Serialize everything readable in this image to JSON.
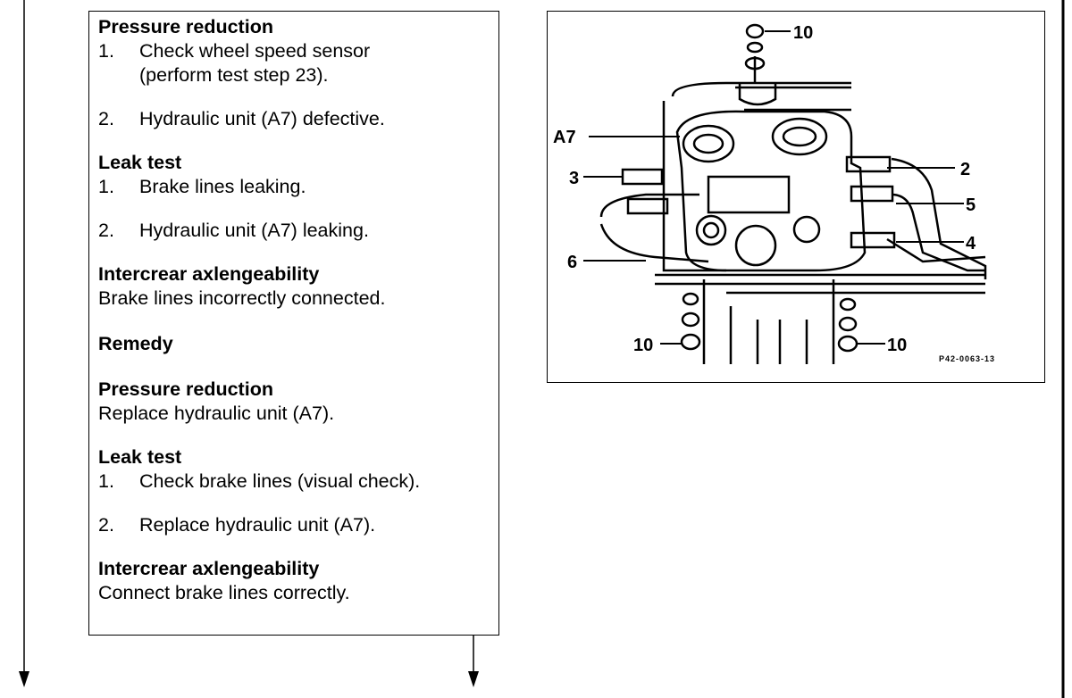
{
  "sections": {
    "pressure_reduction_1": {
      "heading": "Pressure reduction",
      "items": [
        {
          "num": "1.",
          "line1": "Check wheel speed sensor",
          "line2": "(perform test step 23)."
        },
        {
          "num": "2.",
          "line1": "Hydraulic unit (A7) defective."
        }
      ]
    },
    "leak_test_1": {
      "heading": "Leak test",
      "items": [
        {
          "num": "1.",
          "line1": "Brake lines leaking."
        },
        {
          "num": "2.",
          "line1": "Hydraulic unit (A7) leaking."
        }
      ]
    },
    "interchange_1": {
      "heading": "Intercrear axlengeability",
      "text": "Brake lines incorrectly connected."
    },
    "remedy": {
      "heading": "Remedy"
    },
    "pressure_reduction_2": {
      "heading": "Pressure reduction",
      "text": "Replace hydraulic unit (A7)."
    },
    "leak_test_2": {
      "heading": "Leak test",
      "items": [
        {
          "num": "1.",
          "line1": "Check brake lines (visual check)."
        },
        {
          "num": "2.",
          "line1": "Replace hydraulic unit (A7)."
        }
      ]
    },
    "interchange_2": {
      "heading": "Intercrear axlengeability",
      "text": "Connect brake lines correctly."
    }
  },
  "figure": {
    "labels": {
      "top_10": "10",
      "a7": "A7",
      "l2": "2",
      "l3": "3",
      "l5": "5",
      "l4": "4",
      "l6": "6",
      "bottom_left_10": "10",
      "bottom_right_10": "10"
    },
    "code": "P42-0063-13"
  }
}
